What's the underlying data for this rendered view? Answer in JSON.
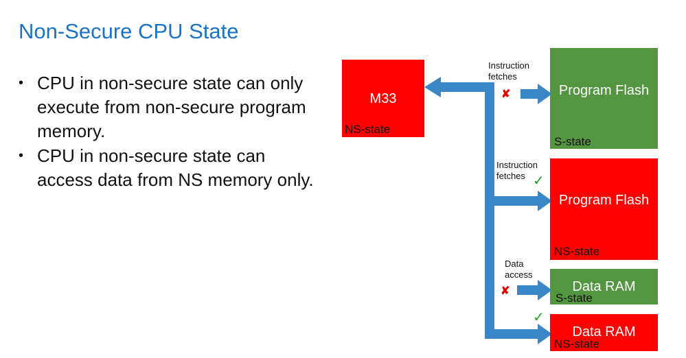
{
  "title": "Non-Secure CPU State",
  "bullets": [
    "CPU in non-secure state can only execute from non-secure program memory.",
    "CPU in non-secure state can access data from NS memory only."
  ],
  "diagram": {
    "cpu": {
      "label": "M33",
      "state": "NS-state",
      "color": "#ff0000"
    },
    "memories": [
      {
        "label": "Program Flash",
        "state": "S-state",
        "color": "#549540",
        "access_label": "Instruction fetches",
        "allowed": false
      },
      {
        "label": "Program Flash",
        "state": "NS-state",
        "color": "#ff0000",
        "access_label": "Instruction fetches",
        "allowed": true
      },
      {
        "label": "Data RAM",
        "state": "S-state",
        "color": "#549540",
        "access_label": "Data access",
        "allowed": false
      },
      {
        "label": "Data RAM",
        "state": "NS-state",
        "color": "#ff0000",
        "access_label": "",
        "allowed": true
      }
    ],
    "marks": {
      "denied": "✘",
      "allowed": "✓"
    },
    "arrow_color": "#3a87c8"
  }
}
